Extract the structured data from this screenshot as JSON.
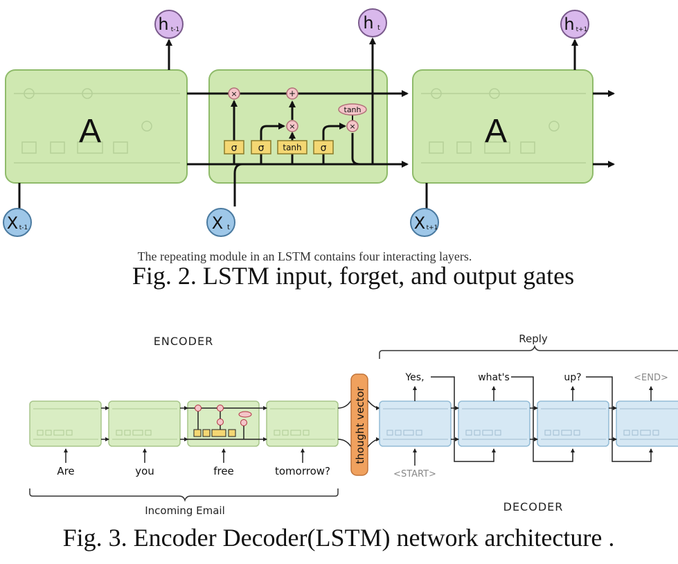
{
  "fig2": {
    "cell_label": "A",
    "h_labels": [
      {
        "main": "h",
        "sub": "t-1"
      },
      {
        "main": "h",
        "sub": "t"
      },
      {
        "main": "h",
        "sub": "t+1"
      }
    ],
    "x_labels": [
      {
        "main": "X",
        "sub": "t-1"
      },
      {
        "main": "X",
        "sub": "t"
      },
      {
        "main": "X",
        "sub": "t+1"
      }
    ],
    "gates": [
      "σ",
      "σ",
      "tanh",
      "σ"
    ],
    "ops": {
      "mul": "×",
      "add": "+",
      "tanh": "tanh"
    },
    "note": "The repeating module in an LSTM contains four interacting layers.",
    "caption": "Fig. 2. LSTM input, forget, and output gates"
  },
  "fig3": {
    "encoder_title": "ENCODER",
    "decoder_title": "DECODER",
    "reply_label": "Reply",
    "incoming_label": "Incoming Email",
    "thought_vector": "thought vector",
    "encoder_inputs": [
      "Are",
      "you",
      "free",
      "tomorrow?"
    ],
    "decoder_outputs": [
      "Yes,",
      "what's",
      "up?",
      "<END>"
    ],
    "decoder_start": "<START>",
    "caption": "Fig. 3. Encoder Decoder(LSTM) network architecture ."
  },
  "colors": {
    "green_fill": "#cfe8b1",
    "green_stroke": "#8fbb6a",
    "blue_fill": "#cfe5f3",
    "blue_stroke": "#8db7d1",
    "purple": "#d9b8ec",
    "gate_yellow": "#f4d773",
    "op_pink": "#f4c5c8",
    "orange": "#f0a15e"
  }
}
